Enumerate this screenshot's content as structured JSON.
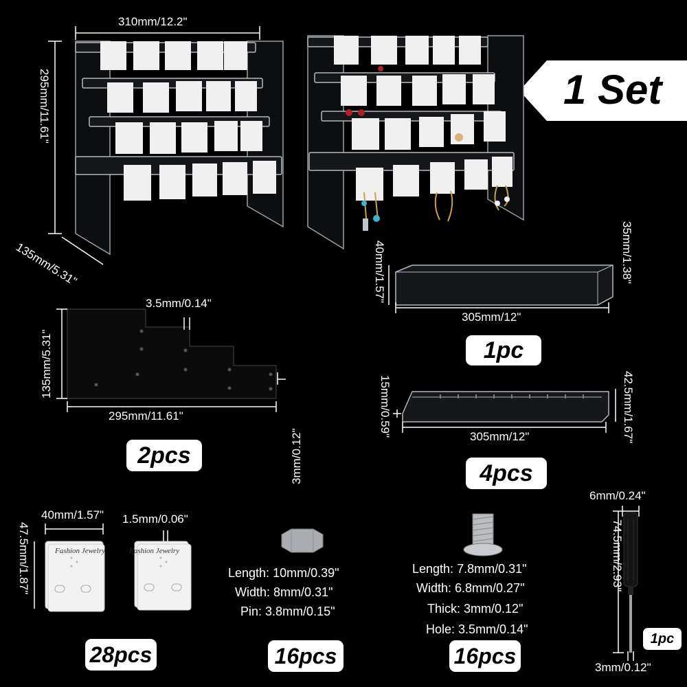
{
  "set_label": "1 Set",
  "stand_empty": {
    "width": "310mm/12.2\"",
    "height": "295mm/11.61\"",
    "depth": "135mm/5.31\""
  },
  "side_panel": {
    "notch": "3.5mm/0.14\"",
    "height": "135mm/5.31\"",
    "thickness": "3mm/0.12\"",
    "length": "295mm/11.61\"",
    "qty": "2pcs"
  },
  "base_tray": {
    "height": "40mm/1.57\"",
    "depth": "35mm/1.38\"",
    "length": "305mm/12\"",
    "qty": "1pc"
  },
  "shelf_bar": {
    "height": "15mm/0.59\"",
    "depth": "42.5mm/1.67\"",
    "length": "305mm/12\"",
    "qty": "4pcs"
  },
  "cards": {
    "width": "40mm/1.57\"",
    "thickness": "1.5mm/0.06\"",
    "height": "47.5mm/1.87\"",
    "brand": "Fashion Jewelry",
    "qty": "28pcs"
  },
  "nut": {
    "specs": [
      {
        "key": "Length:",
        "val": "10mm/0.39\""
      },
      {
        "key": "Width:",
        "val": "8mm/0.31\""
      },
      {
        "key": "Pin:",
        "val": "3.8mm/0.15\""
      }
    ],
    "qty": "16pcs"
  },
  "screw": {
    "specs": [
      {
        "key": "Length:",
        "val": "7.8mm/0.31\""
      },
      {
        "key": "Width:",
        "val": "6.8mm/0.27\""
      },
      {
        "key": "Thick:",
        "val": "3mm/0.12\""
      },
      {
        "key": "Hole:",
        "val": "3.5mm/0.14\""
      }
    ],
    "qty": "16pcs"
  },
  "screwdriver": {
    "tip_width": "6mm/0.24\"",
    "length": "74.5mm/2.93\"",
    "tip": "3mm/0.12\"",
    "qty": "1pc"
  },
  "colors": {
    "background": "#000000",
    "card": "#f2f2f2",
    "acrylic": "#9aa0a6"
  }
}
